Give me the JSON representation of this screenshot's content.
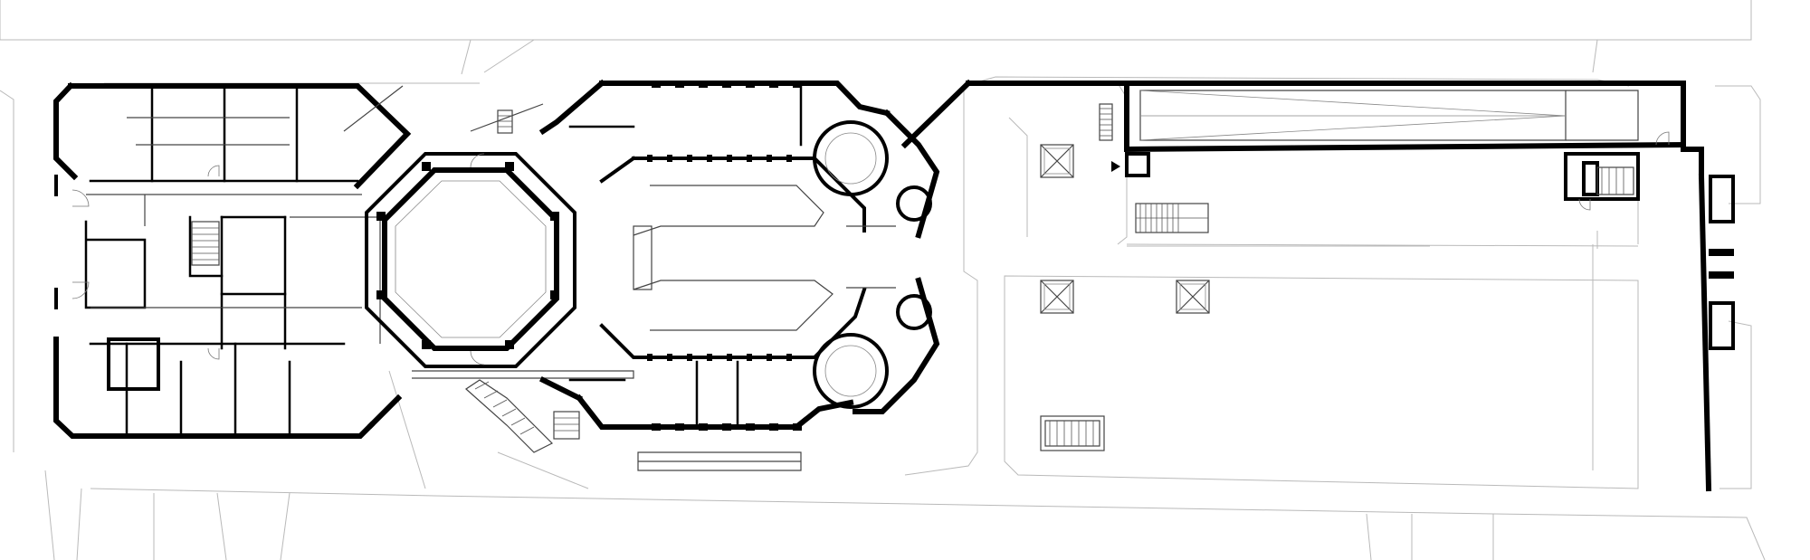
{
  "drawing": {
    "type": "architectural floor plan",
    "colors": {
      "background": "#ffffff",
      "walls": "#000000",
      "context_lines": "#b9b9b9",
      "interior_lines": "#444444"
    },
    "features": {
      "octagonal_hall": true,
      "central_octagonal_courtyard": true,
      "round_towers": 4,
      "long_annex_with_ramp": true,
      "courtyard_light_wells": 4,
      "staircases": 8
    },
    "text_labels": []
  }
}
